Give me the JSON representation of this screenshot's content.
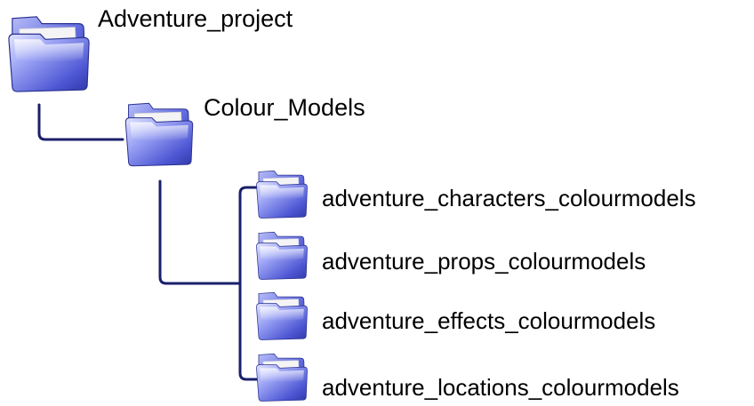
{
  "diagram": {
    "type": "folder-tree",
    "line_color": "#1a1f6b",
    "folder_colors": {
      "front_light": "#c8ccff",
      "front_dark": "#3c46c8",
      "back_light": "#aab0f4",
      "back_dark": "#2b339e",
      "paper": "#f2f2f2"
    },
    "root": {
      "label": "Adventure_project",
      "icon": "folder-icon"
    },
    "child": {
      "label": "Colour_Models",
      "icon": "folder-icon"
    },
    "leaves": [
      {
        "label": "adventure_characters_colourmodels",
        "icon": "folder-icon"
      },
      {
        "label": "adventure_props_colourmodels",
        "icon": "folder-icon"
      },
      {
        "label": "adventure_effects_colourmodels",
        "icon": "folder-icon"
      },
      {
        "label": "adventure_locations_colourmodels",
        "icon": "folder-icon"
      }
    ]
  }
}
